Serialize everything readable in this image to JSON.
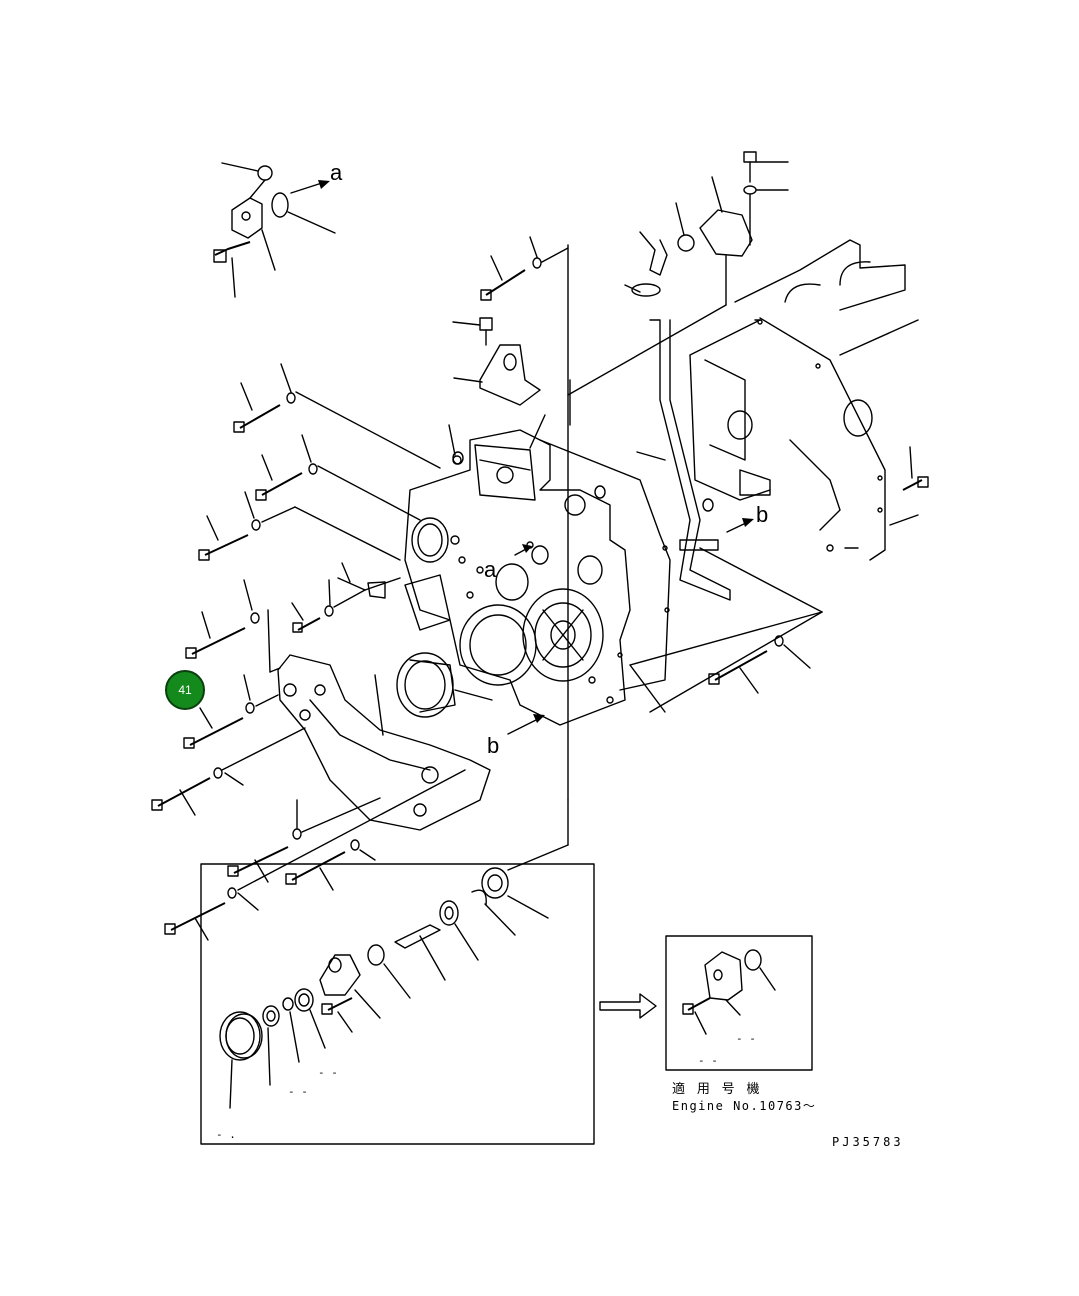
{
  "refs": {
    "a_top": "a",
    "a_mid": "a",
    "b_right": "b",
    "b_lower": "b"
  },
  "callout": {
    "number": "41",
    "color": "#148a1c",
    "border_color": "#0b3f0e"
  },
  "applicability": {
    "heading": "適 用 号 機",
    "engine": "Engine No.10763～"
  },
  "drawing_number": "PJ35783",
  "detail_marks": {
    "left_box_mark_1": "- -",
    "left_box_mark_2": "- -",
    "left_box_mark_3": "- .",
    "right_box_mark_1": "- -",
    "right_box_mark_2": "- -"
  }
}
